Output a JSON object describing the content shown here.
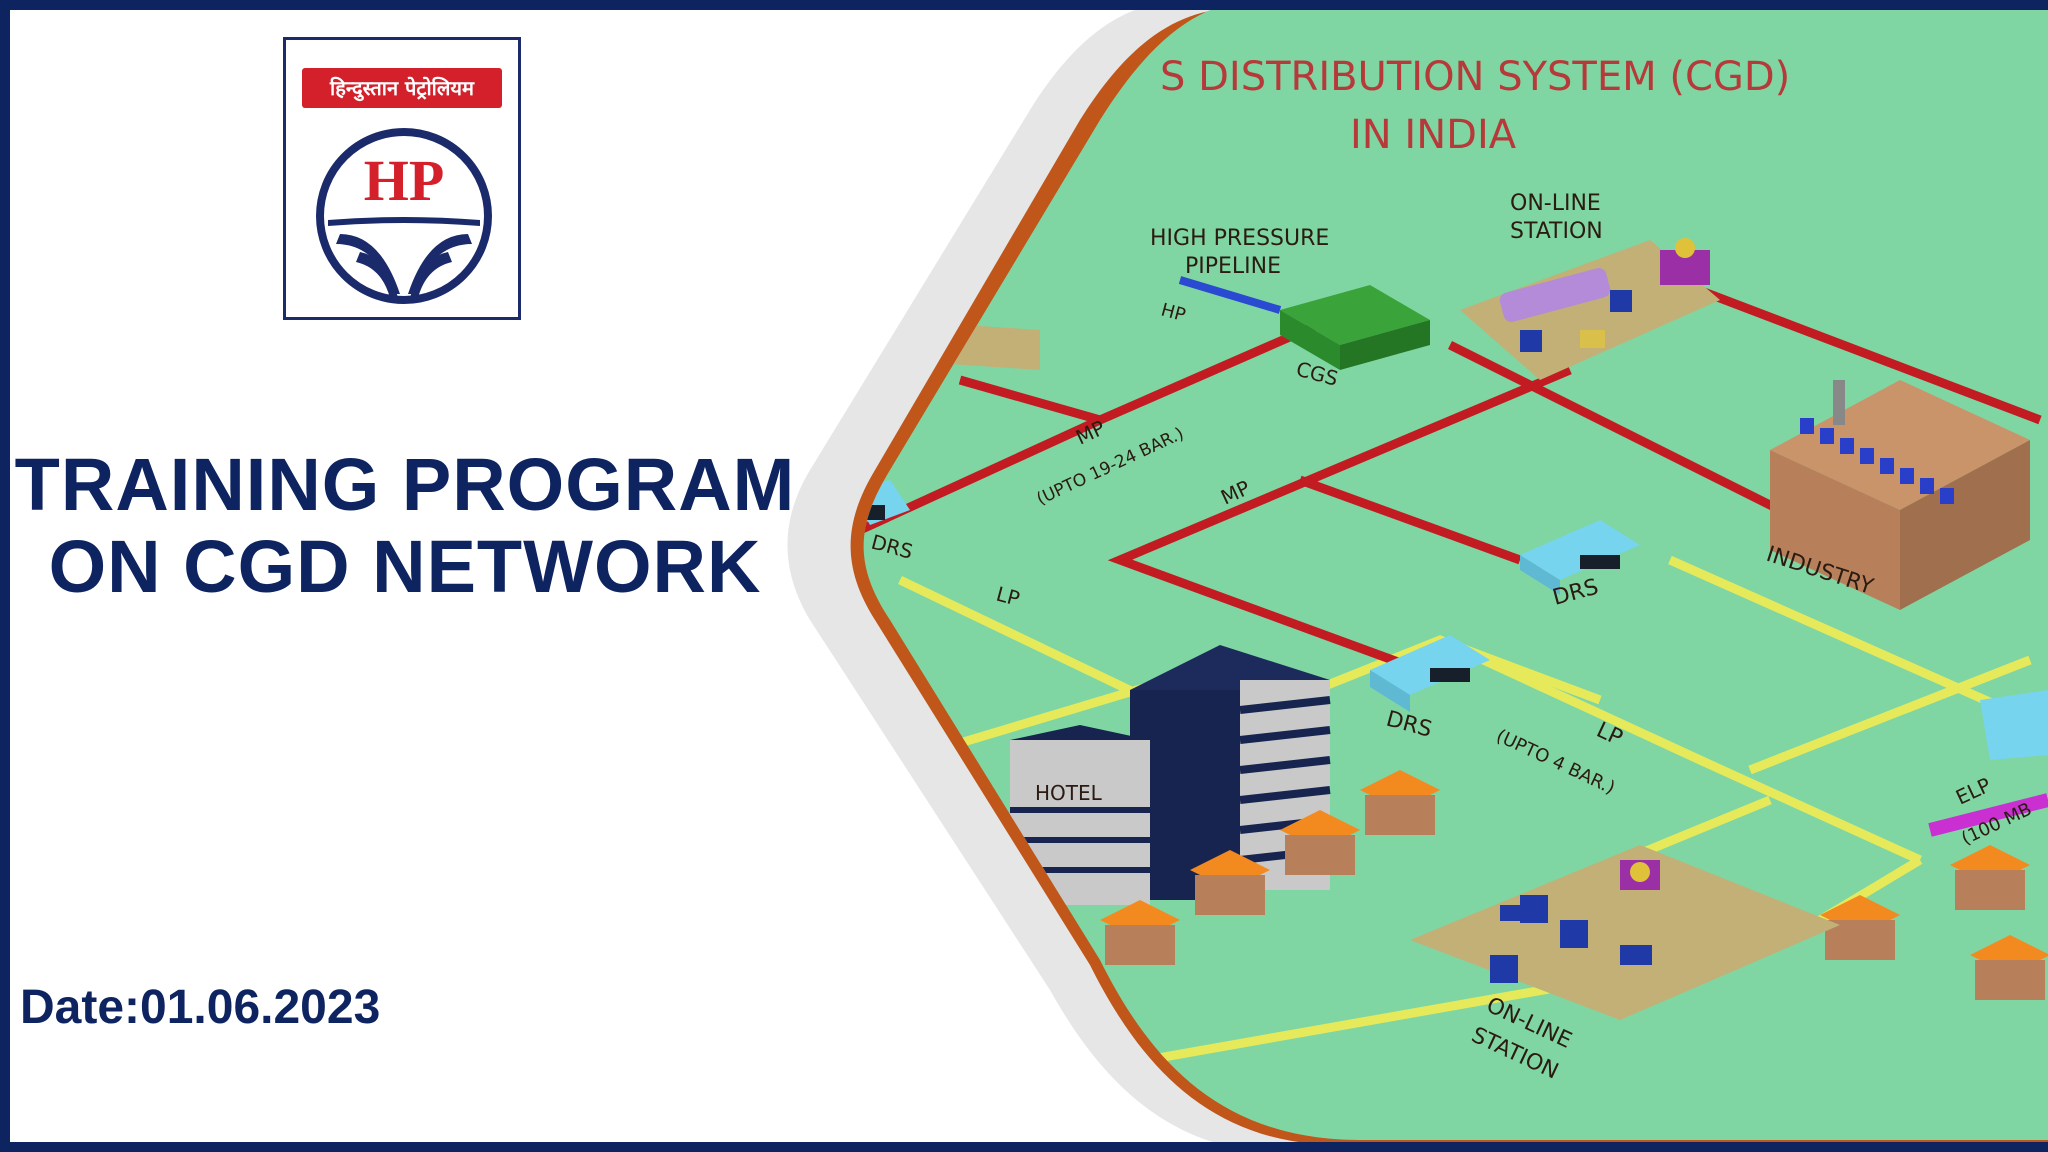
{
  "logo": {
    "hindi_text": "हिन्दुस्तान पेट्रोलियम",
    "emblem_text": "HP"
  },
  "title": {
    "line1": "TRAINING PROGRAM",
    "line2": "ON CGD NETWORK"
  },
  "date": "Date:01.06.2023",
  "diagram": {
    "title_line1": "S DISTRIBUTION SYSTEM (CGD)",
    "title_line2": "IN INDIA",
    "labels": {
      "online_station_top_1": "ON-LINE",
      "online_station_top_2": "STATION",
      "high_pressure_1": "HIGH PRESSURE",
      "high_pressure_2": "PIPELINE",
      "hp": "HP",
      "cgs": "CGS",
      "mp_main_1": "MP",
      "mp_main_2": "(UPTO 19-24 BAR.)",
      "mp_secondary": "MP",
      "drs_left": "DRS",
      "drs_middle": "DRS",
      "drs_right": "DRS",
      "lp_left": "LP",
      "lp_main_1": "LP",
      "lp_main_2": "(UPTO 4 BAR.)",
      "industry": "INDUSTRY",
      "hotel": "HOTEL",
      "elp_1": "ELP",
      "elp_2": "(100 MB",
      "online_station_bottom_1": "ON-LINE",
      "online_station_bottom_2": "STATION"
    }
  },
  "colors": {
    "navy": "#0d2461",
    "hp_red": "#d4202a",
    "diagram_bg": "#7fd6a3",
    "pipe_red": "#c21b22",
    "pipe_yellow": "#e6ea5a",
    "accent_orange": "#c0561a"
  }
}
